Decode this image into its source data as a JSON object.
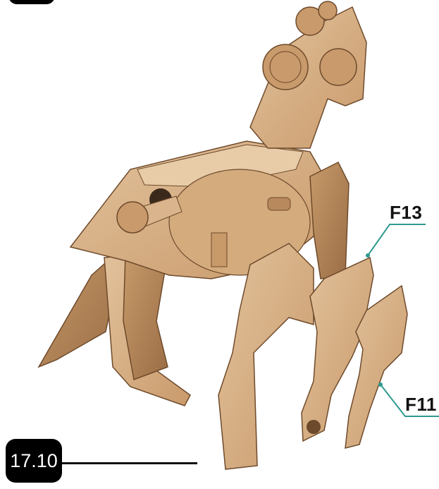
{
  "step": {
    "number": "17.10"
  },
  "callouts": [
    {
      "id": "f13",
      "label": "F13"
    },
    {
      "id": "f11",
      "label": "F11"
    }
  ],
  "colors": {
    "plywood": "#d9b48c",
    "plywood_shadow": "#b8895d",
    "plywood_edge": "#6e4a2c",
    "leader_line": "#2e9a8e",
    "badge": "#000000"
  }
}
